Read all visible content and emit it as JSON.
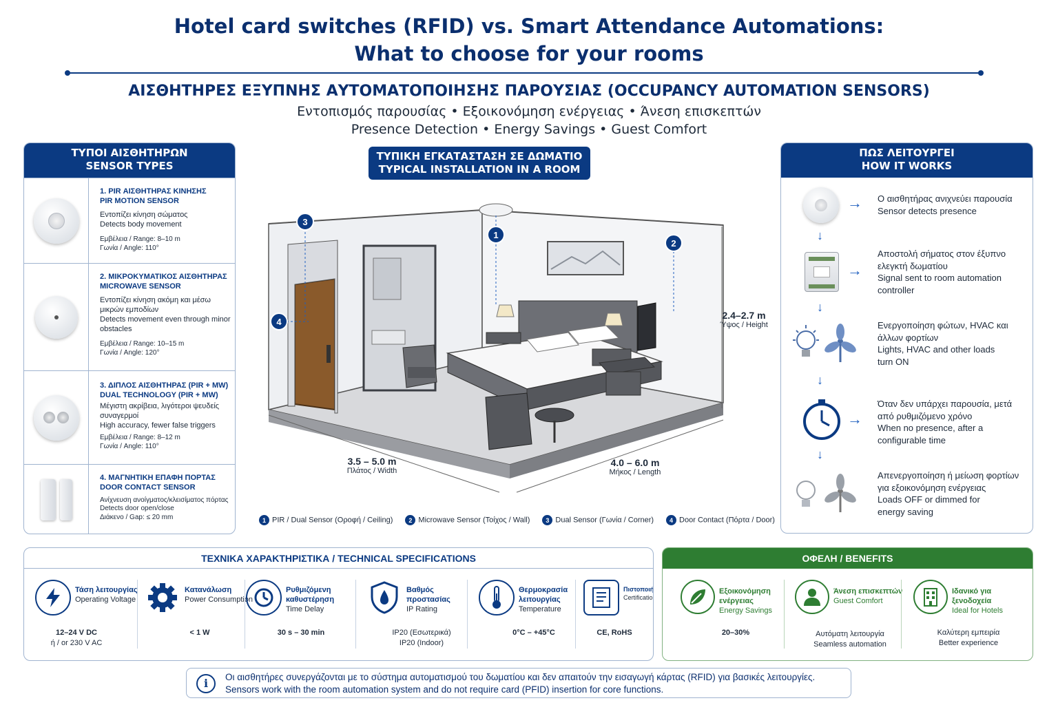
{
  "header": {
    "title_line1": "Hotel card switches (RFID) vs. Smart Attendance Automations:",
    "title_line2": "What to choose for your rooms",
    "subtitle": "ΑΙΣΘΗΤΗΡΕΣ ΕΞΥΠΝΗΣ ΑΥΤΟΜΑΤΟΠΟΙΗΣΗΣ ΠΑΡΟΥΣΙΑΣ (OCCUPANCY AUTOMATION SENSORS)",
    "tagline_gr": "Εντοπισμός παρουσίας • Εξοικονόμηση ενέργειας • Άνεση επισκεπτών",
    "tagline_en": "Presence Detection • Energy Savings • Guest Comfort"
  },
  "sensor_types": {
    "head_gr": "ΤΥΠΟΙ ΑΙΣΘΗΤΗΡΩΝ",
    "head_en": "SENSOR TYPES",
    "items": [
      {
        "title_gr": "1. PIR ΑΙΣΘΗΤΗΡΑΣ ΚΙΝΗΣΗΣ",
        "title_en": "PIR MOTION SENSOR",
        "desc_gr": "Εντοπίζει κίνηση σώματος",
        "desc_en": "Detects body movement",
        "range": "Εμβέλεια / Range: 8–10 m",
        "angle": "Γωνία / Angle: 110°"
      },
      {
        "title_gr": "2. ΜΙΚΡΟΚΥΜΑΤΙΚΟΣ ΑΙΣΘΗΤΗΡΑΣ",
        "title_en": "MICROWAVE SENSOR",
        "desc_gr": "Εντοπίζει κίνηση ακόμη και μέσω μικρών εμποδίων",
        "desc_en": "Detects movement even through minor obstacles",
        "range": "Εμβέλεια / Range: 10–15 m",
        "angle": "Γωνία / Angle: 120°"
      },
      {
        "title_gr": "3. ΔΙΠΛΟΣ ΑΙΣΘΗΤΗΡΑΣ (PIR + MW)",
        "title_en": "DUAL TECHNOLOGY (PIR + MW)",
        "desc_gr": "Μέγιστη ακρίβεια, λιγότεροι ψευδείς συναγερμοί",
        "desc_en": "High accuracy, fewer false triggers",
        "range": "Εμβέλεια / Range: 8–12 m",
        "angle": "Γωνία / Angle: 110°"
      },
      {
        "title_gr": "4. ΜΑΓΝΗΤΙΚΗ ΕΠΑΦΗ ΠΟΡΤΑΣ",
        "title_en": "DOOR CONTACT SENSOR",
        "desc_gr": "Ανίχνευση ανοίγματος/κλεισίματος πόρτας",
        "desc_en": "Detects door open/close",
        "range": "Διάκενο / Gap: ≤ 20 mm",
        "angle": ""
      }
    ]
  },
  "room": {
    "head_gr": "ΤΥΠΙΚΗ ΕΓΚΑΤΑΣΤΑΣΗ ΣΕ ΔΩΜΑΤΙΟ",
    "head_en": "TYPICAL INSTALLATION IN A ROOM",
    "height_value": "2.4–2.7 m",
    "height_label": "Ύψος / Height",
    "width_value": "3.5 – 5.0 m",
    "width_label": "Πλάτος / Width",
    "length_value": "4.0 – 6.0 m",
    "length_label": "Μήκος / Length",
    "markers": [
      "1",
      "2",
      "3",
      "4"
    ],
    "legend": [
      {
        "num": "1",
        "text": "PIR / Dual Sensor (Οροφή / Ceiling)"
      },
      {
        "num": "2",
        "text": "Microwave Sensor (Τοίχος / Wall)"
      },
      {
        "num": "3",
        "text": "Dual Sensor (Γωνία / Corner)"
      },
      {
        "num": "4",
        "text": "Door Contact (Πόρτα / Door)"
      }
    ]
  },
  "how_it_works": {
    "head_gr": "ΠΩΣ ΛΕΙΤΟΥΡΓΕΙ",
    "head_en": "HOW IT WORKS",
    "steps": [
      {
        "gr": "Ο αισθητήρας ανιχνεύει παρουσία",
        "en": "Sensor detects presence"
      },
      {
        "gr": "Αποστολή σήματος στον έξυπνο ελεγκτή δωματίου",
        "en": "Signal sent to room automation controller"
      },
      {
        "gr": "Ενεργοποίηση φώτων, HVAC και άλλων φορτίων",
        "en": "Lights, HVAC and other loads turn ON"
      },
      {
        "gr": "Όταν δεν υπάρχει παρουσία, μετά από ρυθμιζόμενο χρόνο",
        "en": "When no presence, after a configurable time"
      },
      {
        "gr": "Απενεργοποίηση ή μείωση φορτίων για εξοικονόμηση ενέργειας",
        "en": "Loads OFF or dimmed for energy saving"
      }
    ]
  },
  "specs": {
    "head": "ΤΕΧΝΙΚΑ ΧΑΡΑΚΤΗΡΙΣΤΙΚΑ / TECHNICAL SPECIFICATIONS",
    "items": [
      {
        "icon": "lightning-icon",
        "label_gr": "Τάση λειτουργίας",
        "label_en": "Operating Voltage",
        "value": "12–24 V DC",
        "value_alt": "ή / or 230 V AC"
      },
      {
        "icon": "gear-icon",
        "label_gr": "Κατανάλωση",
        "label_en": "Power Consumption",
        "value": "< 1 W",
        "value_alt": ""
      },
      {
        "icon": "timer-icon",
        "label_gr": "Ρυθμιζόμενη καθυστέρηση",
        "label_en": "Time Delay",
        "value": "30 s – 30 min",
        "value_alt": ""
      },
      {
        "icon": "shield-icon",
        "label_gr": "Βαθμός προστασίας",
        "label_en": "IP Rating",
        "value": "IP20 (Εσωτερικά)",
        "value_alt": "IP20 (Indoor)"
      },
      {
        "icon": "thermometer-icon",
        "label_gr": "Θερμοκρασία λειτουργίας",
        "label_en": "Temperature",
        "value": "0°C – +45°C",
        "value_alt": ""
      },
      {
        "icon": "certificate-icon",
        "label_gr": "Πιστοποιήσεις",
        "label_en": "Certifications",
        "value": "CE, RoHS",
        "value_alt": ""
      }
    ]
  },
  "benefits": {
    "head": "ΟΦΕΛΗ / BENEFITS",
    "items": [
      {
        "icon": "leaf-icon",
        "label_gr": "Εξοικονόμηση ενέργειας",
        "label_en": "Energy Savings",
        "value": "20–30%",
        "value_alt": ""
      },
      {
        "icon": "guest-icon",
        "label_gr": "Άνεση επισκεπτών",
        "label_en": "Guest Comfort",
        "value": "Αυτόματη λειτουργία",
        "value_alt": "Seamless automation"
      },
      {
        "icon": "hotel-icon",
        "label_gr": "Ιδανικό για ξενοδοχεία",
        "label_en": "Ideal for Hotels",
        "value": "Καλύτερη εμπειρία",
        "value_alt": "Better experience"
      }
    ]
  },
  "note": {
    "gr": "Οι αισθητήρες συνεργάζονται με το σύστημα αυτοματισμού του δωματίου και δεν απαιτούν την εισαγωγή κάρτας (RFID) για βασικές λειτουργίες.",
    "en": "Sensors work with the room automation system and do not require card (PFID) insertion for core functions."
  },
  "colors": {
    "navy": "#0b3a82",
    "green": "#2e7d32",
    "border": "#9fb3cf"
  }
}
